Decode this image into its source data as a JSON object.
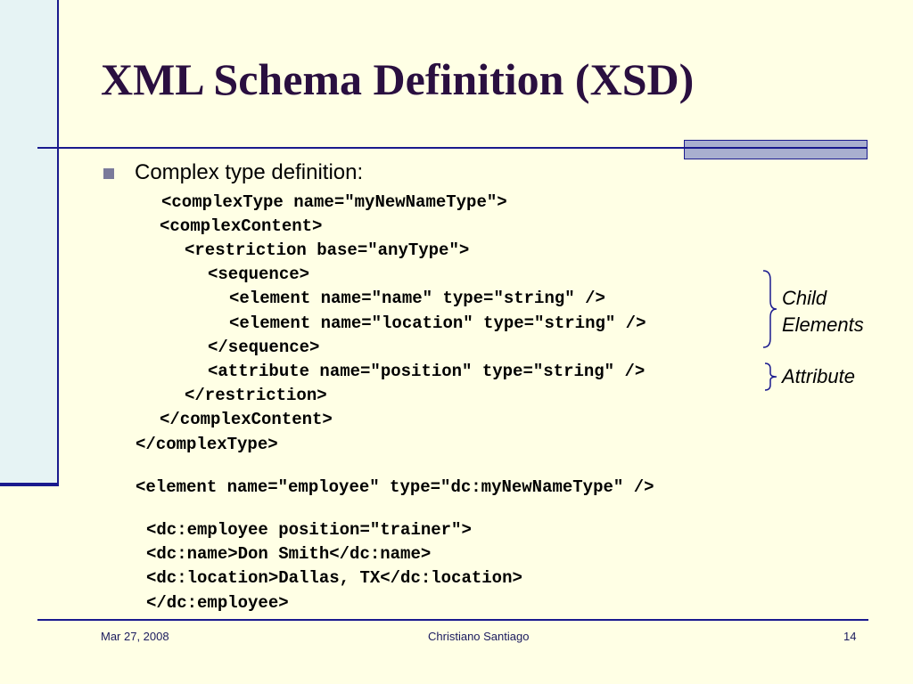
{
  "slide": {
    "title": "XML Schema Definition (XSD)",
    "bullet": "Complex type definition:"
  },
  "schema_code": [
    "<complexType name=\"myNewNameType\">",
    "<complexContent>",
    "<restriction base=\"anyType\">",
    "<sequence>",
    "<element name=\"name\" type=\"string\" />",
    "<element name=\"location\" type=\"string\" />",
    "</sequence>",
    "<attribute name=\"position\" type=\"string\" />",
    "</restriction>",
    "</complexContent>",
    "</complexType>"
  ],
  "element_decl": "<element name=\"employee\" type=\"dc:myNewNameType\" />",
  "instance_code": [
    "<dc:employee position=\"trainer\">",
    "<dc:name>Don Smith</dc:name>",
    "<dc:location>Dallas, TX</dc:location>",
    "</dc:employee>"
  ],
  "annotations": {
    "child_line1": "Child",
    "child_line2": "Elements",
    "attribute": "Attribute"
  },
  "footer": {
    "date": "Mar 27, 2008",
    "author": "Christiano Santiago",
    "page": "14"
  },
  "colors": {
    "background": "#FFFFE5",
    "accent": "#1A1A8E",
    "title": "#2A0F40"
  }
}
